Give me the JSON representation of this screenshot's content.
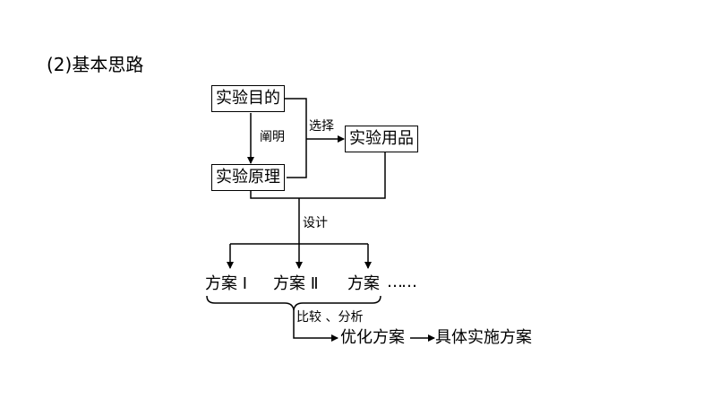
{
  "title": "(2)基本思路",
  "nodes": {
    "purpose": "实验目的",
    "principle": "实验原理",
    "materials": "实验用品",
    "plan1": "方案 Ⅰ",
    "plan2": "方案 Ⅱ",
    "plan3": "方案",
    "ellipsis": "……",
    "optimized": "优化方案",
    "final": "具体实施方案"
  },
  "edges": {
    "clarify": "阐明",
    "select": "选择",
    "design": "设计",
    "compare": "比较 、分析"
  }
}
